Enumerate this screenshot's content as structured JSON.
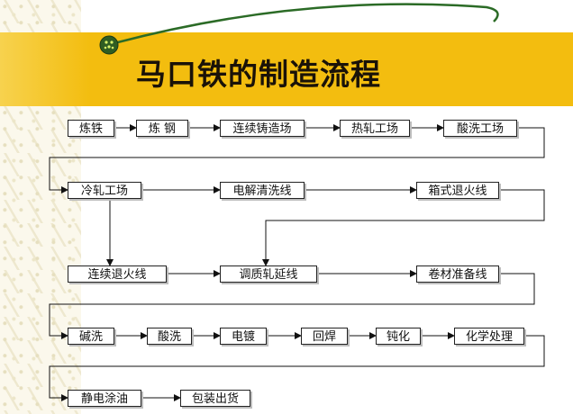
{
  "title": "马口铁的制造流程",
  "colors": {
    "banner": "#f3bd0f",
    "title_text": "#1a1208",
    "arc": "#2b6b26",
    "badge": "#2f5d22",
    "badge_dot": "#d9f26a"
  },
  "steps": [
    {
      "id": "s1",
      "label": "炼铁"
    },
    {
      "id": "s2",
      "label": "炼 钢"
    },
    {
      "id": "s3",
      "label": "连续铸造场"
    },
    {
      "id": "s4",
      "label": "热轧工场"
    },
    {
      "id": "s5",
      "label": "酸洗工场"
    },
    {
      "id": "s6",
      "label": "冷轧工场"
    },
    {
      "id": "s7",
      "label": "电解清洗线"
    },
    {
      "id": "s8",
      "label": "箱式退火线"
    },
    {
      "id": "s9",
      "label": "连续退火线"
    },
    {
      "id": "s10",
      "label": "调质轧延线"
    },
    {
      "id": "s11",
      "label": "卷材准备线"
    },
    {
      "id": "s12",
      "label": "碱洗"
    },
    {
      "id": "s13",
      "label": "酸洗"
    },
    {
      "id": "s14",
      "label": "电镀"
    },
    {
      "id": "s15",
      "label": "回焊"
    },
    {
      "id": "s16",
      "label": "钝化"
    },
    {
      "id": "s17",
      "label": "化学处理"
    },
    {
      "id": "s18",
      "label": "静电涂油"
    },
    {
      "id": "s19",
      "label": "包装出货"
    }
  ]
}
